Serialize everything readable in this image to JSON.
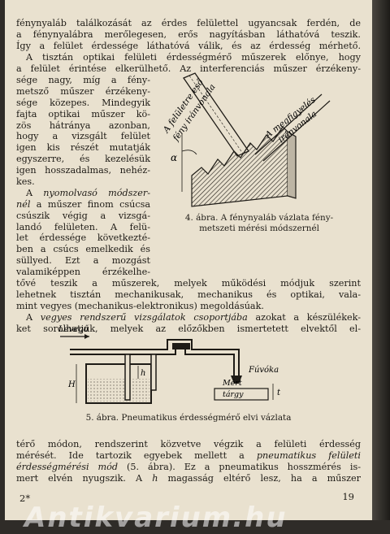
{
  "paragraph_top": [
    "fénynyaláb találkozását az érdes felülettel ugyancsak ferdén, de",
    "a fénynyalábra merőlegesen, erős nagyításban láthatóvá teszik.",
    "Így a felület érdessége láthatóvá válik, és az érdesség mérhető.",
    "A tisztán optikai felületi érdességmérő műszerek előnye, hogy",
    "a felület érintése elkerülhető. Az interferenciás műszer érzékeny-"
  ],
  "paragraph_left": [
    "sége nagy, míg a fény-",
    "metsző műszer érzékeny-",
    "sége közepes. Mindegyik",
    "fajta optikai műszer kö-",
    "zös hátránya azonban,",
    "hogy a vizsgált felület",
    "igen kis részét mutatják",
    "egyszerre, és kezelésük",
    "igen hosszadalmas, nehéz-",
    "kes."
  ],
  "needle_paragraph": {
    "start": "A ",
    "term": "nyomolvasó módszer-",
    "term2": "nél",
    "lines": [
      " a műszer finom csúcsa",
      "csúszik végig a vizsgá-",
      "landó felületen. A felü-",
      "let érdessége következté-",
      "ben a csúcs emelkedik és",
      "süllyed. Ezt a mozgást",
      "valamiképpen érzékelhe-"
    ]
  },
  "paragraph_bottom": [
    "tővé teszik a műszerek, melyek működési módjuk szerint",
    "lehetnek tisztán mechanikusak, mechanikus és optikai, vala-",
    "mint vegyes (mechanikus-elektronikus) megoldásúak."
  ],
  "mixed_paragraph": {
    "start": "A ",
    "term": "vegyes rendszerű vizsgálatok csoportjába",
    "rest": " azokat a készülékek-",
    "line2": "ket sorolhatjuk, melyek az előzőkben ismertetett elvektől el-"
  },
  "paragraph_final": {
    "line1": "térő módon, rendszerint közvetve végzik a felületi érdesség",
    "line2_a": "mérését. Ide tartozik egyebek mellett a ",
    "line2_term": "pneumatikus felületi",
    "line3_term": "érdességmérési mód",
    "line3_rest": " (5. ábra). Ez a pneumatikus hosszmérés is-",
    "line4_a": "mert elvén nyugszik. A ",
    "line4_h": "h",
    "line4_b": " magasság eltérő lesz, ha a műszer"
  },
  "figure4": {
    "caption_line1": "4. ábra. A fénynyaláb vázlata fény-",
    "caption_line2": "metszeti mérési módszernél",
    "label_incident_1": "A felületre eső",
    "label_incident_2": "fény iránvonala",
    "label_view_1": "A megfigyelés",
    "label_view_2": "iránvonala",
    "angle_label": "α"
  },
  "figure5": {
    "caption": "5. ábra. Pneumatikus érdességmérő elvi vázlata",
    "label_air": "Levegő",
    "label_nozzle": "Fúvóka",
    "label_object_1": "Mért",
    "label_object_2": "tárgy",
    "label_H": "H",
    "label_h": "h",
    "label_t": "t"
  },
  "footer": {
    "signature": "2*",
    "page_number": "19"
  },
  "watermark": "Antikvarium.hu"
}
